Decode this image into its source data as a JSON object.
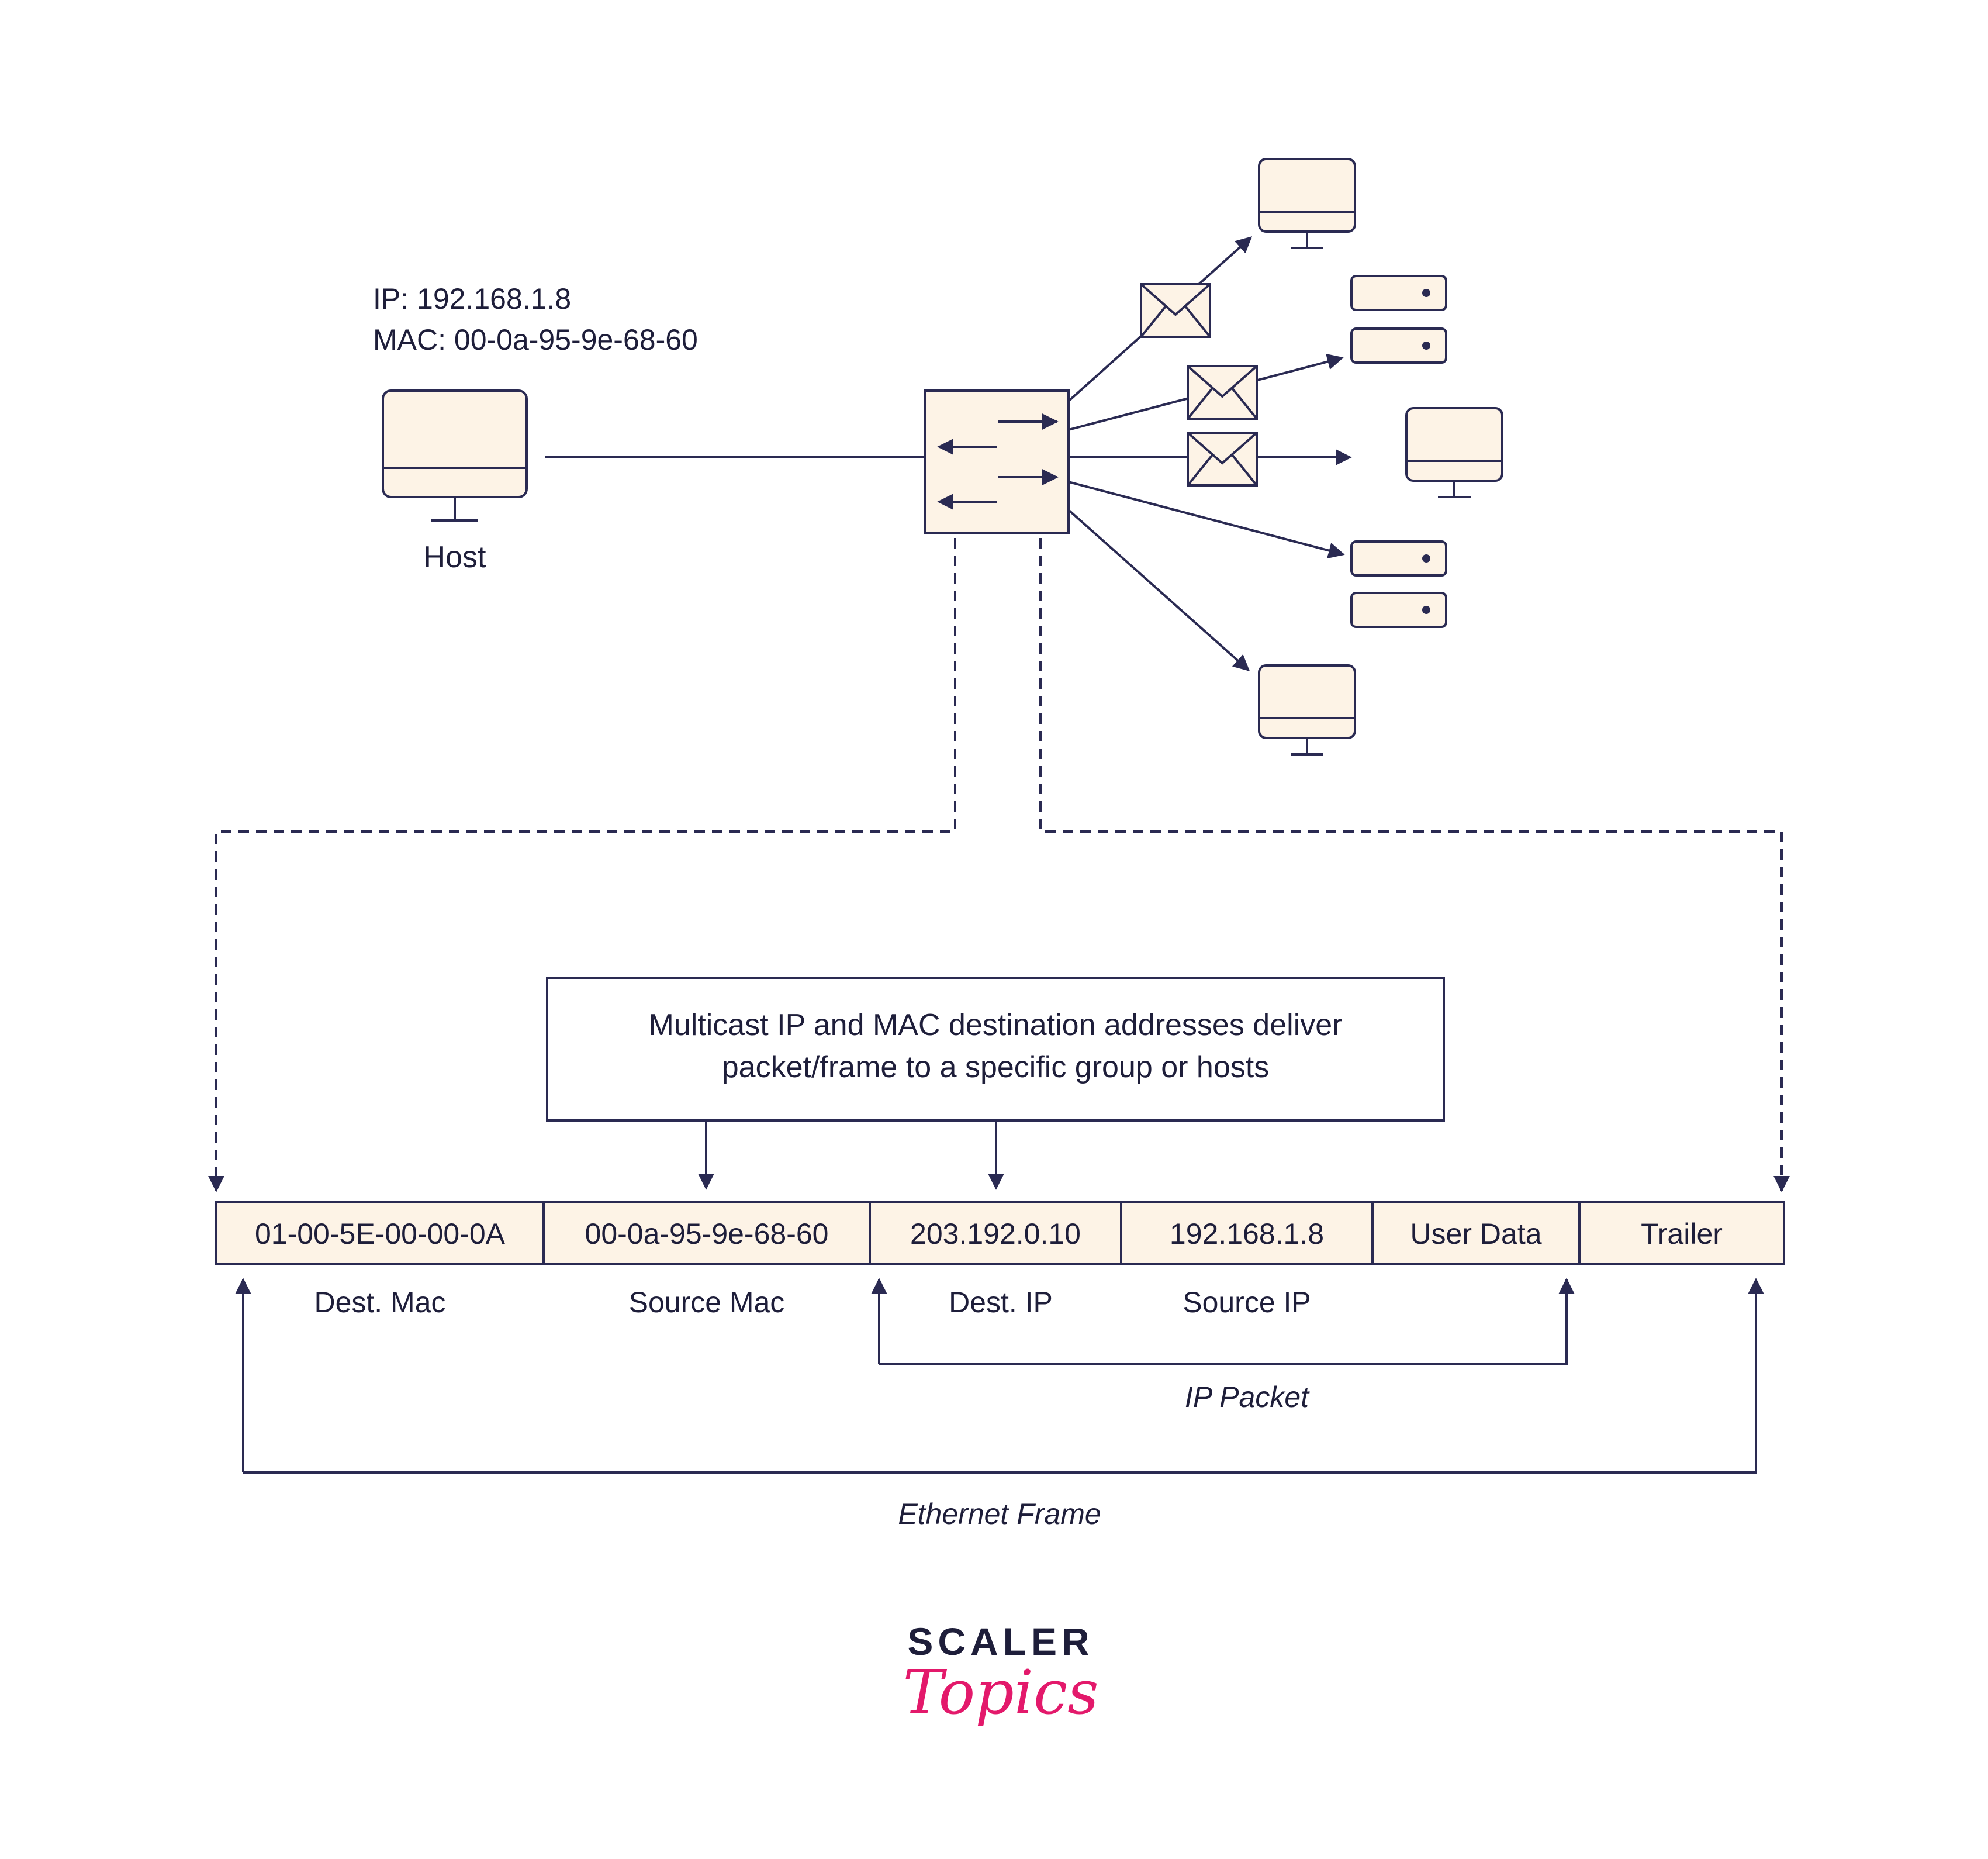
{
  "colors": {
    "stroke": "#2a2a52",
    "fill": "#fdf3e6",
    "text": "#1e1e3a",
    "brand_dark": "#1e1e3a",
    "brand_pink": "#e3196b"
  },
  "host": {
    "ip": "IP: 192.168.1.8",
    "mac": "MAC: 00-0a-95-9e-68-60",
    "label": "Host"
  },
  "note": {
    "line1": "Multicast IP and MAC destination addresses deliver",
    "line2": "packet/frame to a specific group or hosts"
  },
  "frame": {
    "fields": [
      {
        "value": "01-00-5E-00-00-0A",
        "label": "Dest. Mac"
      },
      {
        "value": "00-0a-95-9e-68-60",
        "label": "Source Mac"
      },
      {
        "value": "203.192.0.10",
        "label": "Dest. IP"
      },
      {
        "value": "192.168.1.8",
        "label": "Source IP"
      },
      {
        "value": "User Data",
        "label": ""
      },
      {
        "value": "Trailer",
        "label": ""
      }
    ],
    "ip_packet_label": "IP Packet",
    "ethernet_frame_label": "Ethernet Frame"
  },
  "logo": {
    "top": "SCALER",
    "bottom": "Topics"
  }
}
